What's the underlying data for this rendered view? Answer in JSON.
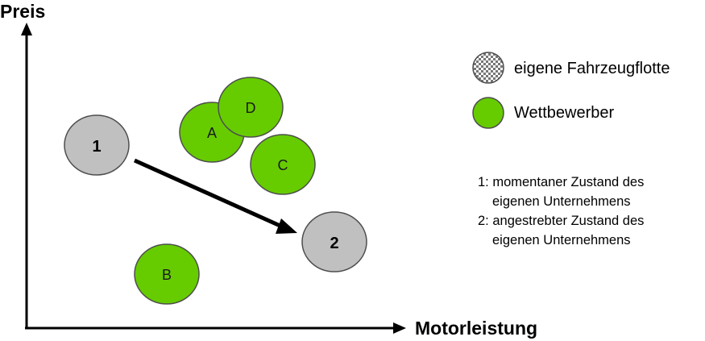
{
  "axes": {
    "y_label": "Preis",
    "x_label": "Motorleistung"
  },
  "colors": {
    "competitor_fill": "#66cc00",
    "own_fill": "#c0c0c0",
    "outline": "#4d4d4d",
    "arrow": "#000000"
  },
  "legend": {
    "own_fleet": "eigene Fahrzeugflotte",
    "competitor": "Wettbewerber"
  },
  "competitors": {
    "a": "A",
    "b": "B",
    "c": "C",
    "d": "D"
  },
  "own_states": {
    "current": "1",
    "target": "2"
  },
  "notes": {
    "line1": "1: momentaner  Zustand des",
    "line2": "eigenen Unternehmens",
    "line3": "2: angestrebter Zustand des",
    "line4": "eigenen Unternehmens"
  }
}
